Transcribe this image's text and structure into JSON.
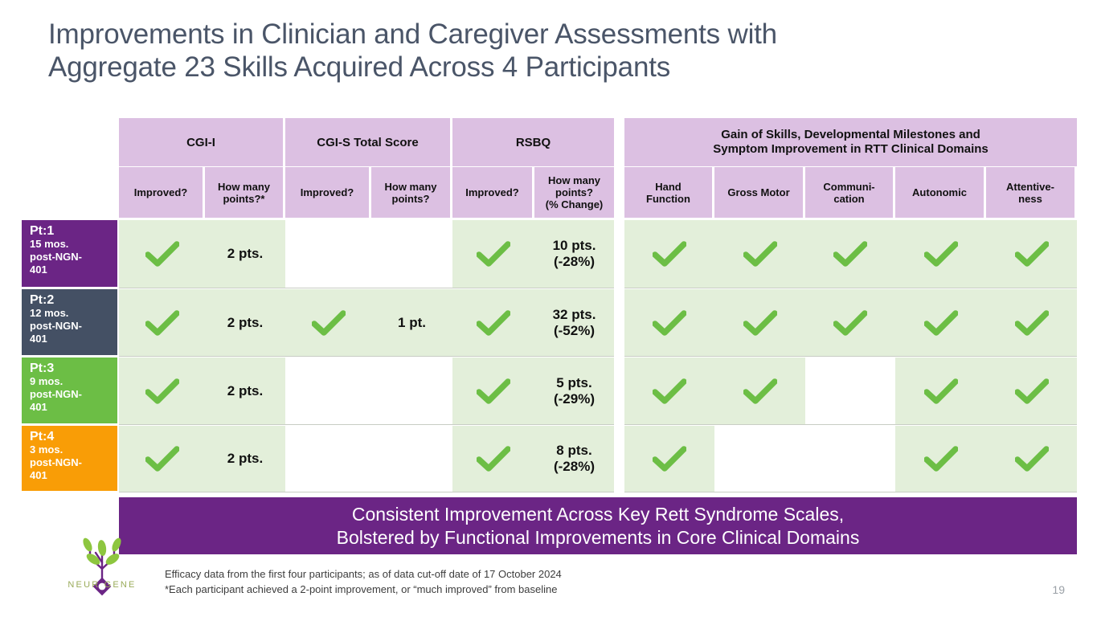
{
  "slide": {
    "title_line1": "Improvements in Clinician and Caregiver Assessments with",
    "title_line2": "Aggregate 23 Skills Acquired Across 4 Participants",
    "page_number": "19"
  },
  "colors": {
    "title": "#4a5568",
    "header_lavender": "#dcc0e2",
    "cell_green": "#e3efda",
    "check_green": "#6cbe45",
    "banner_purple": "#6b2585",
    "pt1": "#6b2585",
    "pt2": "#445064",
    "pt3": "#6cbe45",
    "pt4": "#f99d06",
    "logo_word": "#9aab5a"
  },
  "table": {
    "left_groups": [
      {
        "label": "CGI-I",
        "subs": [
          "Improved?",
          "How many\npoints?*"
        ]
      },
      {
        "label": "CGI-S Total Score",
        "subs": [
          "Improved?",
          "How many\npoints?"
        ]
      },
      {
        "label": "RSBQ",
        "subs": [
          "Improved?",
          "How many\npoints?\n(% Change)"
        ]
      }
    ],
    "right_group": {
      "label_line1": "Gain of Skills, Developmental Milestones and",
      "label_line2": "Symptom Improvement in RTT Clinical Domains",
      "subs": [
        "Hand\nFunction",
        "Gross Motor",
        "Communi-\ncation",
        "Autonomic",
        "Attentive-\nness"
      ]
    },
    "rows": [
      {
        "id": "Pt:1",
        "sub": "15 mos.\npost-NGN-\n401",
        "color_key": "pt1",
        "cgi_i_improved": "check",
        "cgi_i_points": "2 pts.",
        "cgi_s_improved": "",
        "cgi_s_points": "",
        "rsbq_improved": "check",
        "rsbq_points": "10 pts.\n(-28%)",
        "domains": [
          "check",
          "check",
          "check",
          "check",
          "check"
        ]
      },
      {
        "id": "Pt:2",
        "sub": "12 mos.\npost-NGN-\n401",
        "color_key": "pt2",
        "cgi_i_improved": "check",
        "cgi_i_points": "2 pts.",
        "cgi_s_improved": "check",
        "cgi_s_points": "1 pt.",
        "rsbq_improved": "check",
        "rsbq_points": "32 pts.\n(-52%)",
        "domains": [
          "check",
          "check",
          "check",
          "check",
          "check"
        ]
      },
      {
        "id": "Pt:3",
        "sub": "9 mos.\npost-NGN-\n401",
        "color_key": "pt3",
        "cgi_i_improved": "check",
        "cgi_i_points": "2 pts.",
        "cgi_s_improved": "",
        "cgi_s_points": "",
        "rsbq_improved": "check",
        "rsbq_points": "5 pts.\n(-29%)",
        "domains": [
          "check",
          "check",
          "",
          "check",
          "check"
        ]
      },
      {
        "id": "Pt:4",
        "sub": "3 mos.\npost-NGN-\n401",
        "color_key": "pt4",
        "cgi_i_improved": "check",
        "cgi_i_points": "2 pts.",
        "cgi_s_improved": "",
        "cgi_s_points": "",
        "rsbq_improved": "check",
        "rsbq_points": "8 pts.\n(-28%)",
        "domains": [
          "check",
          "",
          "",
          "check",
          "check"
        ]
      }
    ]
  },
  "banner": {
    "line1": "Consistent Improvement Across Key Rett Syndrome Scales,",
    "line2": "Bolstered by Functional Improvements in Core Clinical Domains"
  },
  "footnotes": {
    "line1": "Efficacy data from the first four participants; as of data cut-off date of 17 October 2024",
    "line2": "*Each participant achieved a 2-point improvement, or “much improved” from baseline"
  },
  "logo": {
    "wordmark": "NEUR  GENE",
    "name": "neurogene-logo"
  }
}
